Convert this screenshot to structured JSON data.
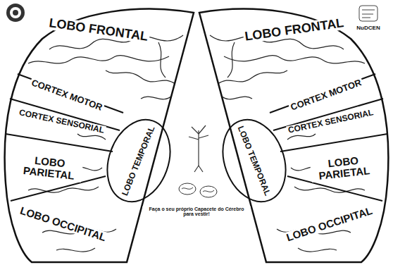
{
  "diagram": {
    "labels": [
      "LOBO FRONTAL",
      "CORTEX MOTOR",
      "CORTEX SENSORIAL",
      "LOBO PARIETAL",
      "LOBO TEMPORAL",
      "LOBO OCCIPITAL",
      "LOBO FRONTAL",
      "CORTEX MOTOR",
      "CORTEX SENSORIAL",
      "LOBO PARIETAL",
      "LOBO TEMPORAL",
      "LOBO OCCIPITAL",
      "NuDCEN",
      "Faça o seu próprio Capacete do Cérebro para vestir!"
    ]
  }
}
